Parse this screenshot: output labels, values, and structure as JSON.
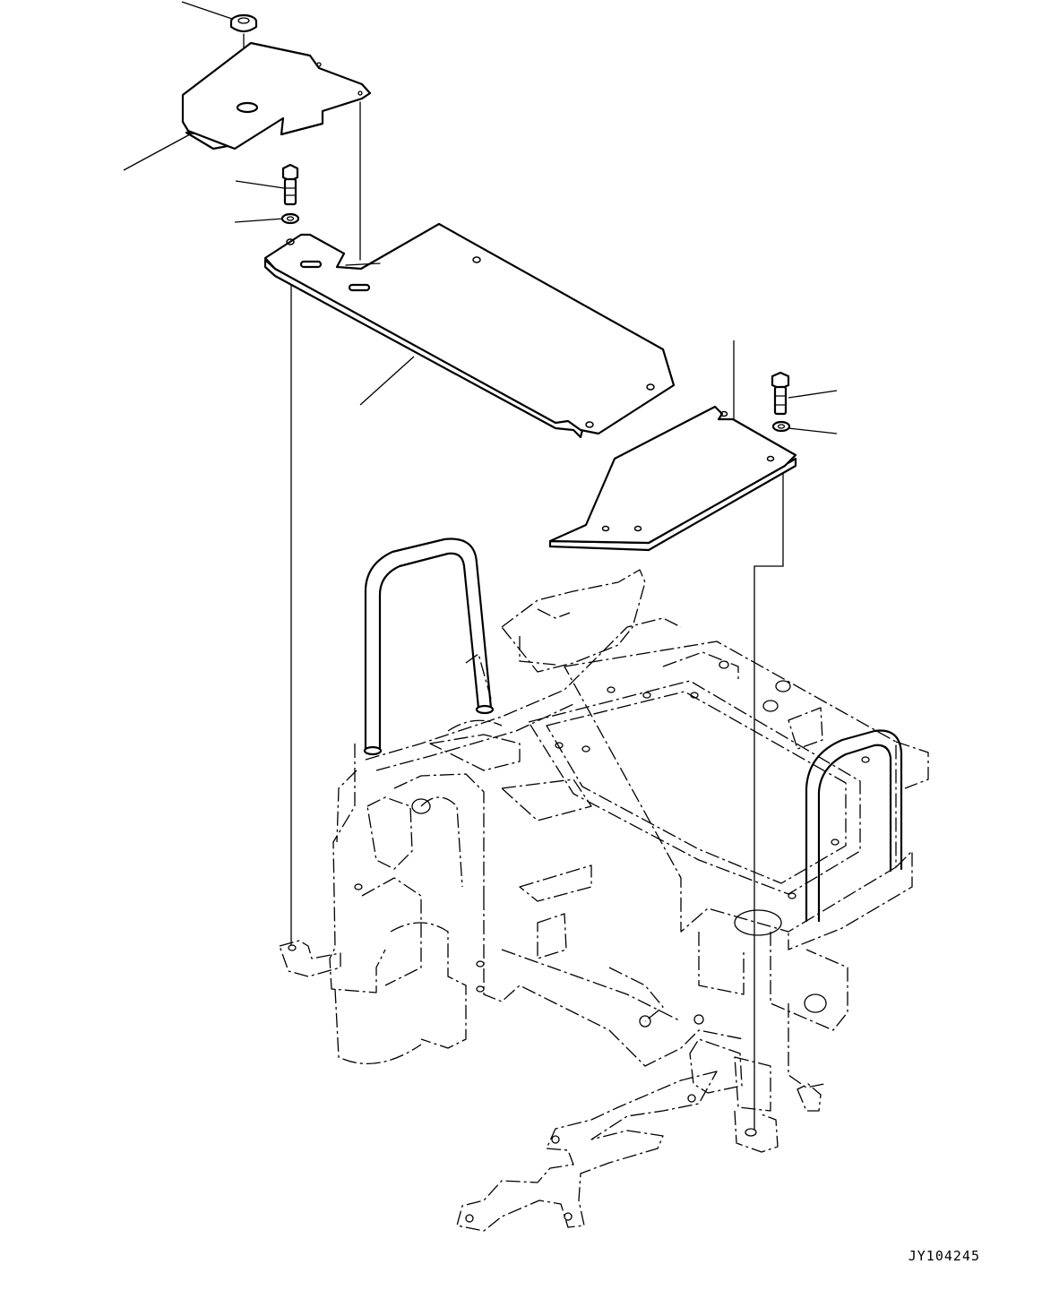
{
  "drawing_number": "JY104245",
  "callouts": [
    {
      "part": "grommet"
    },
    {
      "part": "cover-plate"
    },
    {
      "part": "bolt-left"
    },
    {
      "part": "washer-left"
    },
    {
      "part": "long-cover-plate"
    },
    {
      "part": "bolt-right"
    },
    {
      "part": "washer-right"
    }
  ]
}
